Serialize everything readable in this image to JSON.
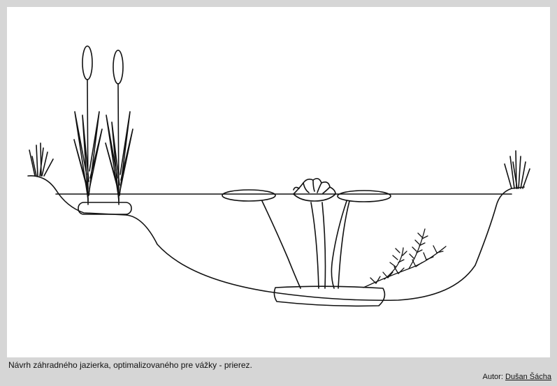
{
  "figure": {
    "caption": "Návrh záhradného jazierka, optimalizovaného pre vážky - prierez.",
    "author_prefix": "Autor:",
    "author_name": "Dušan Šácha"
  },
  "colors": {
    "frame": "#d6d6d6",
    "canvas": "#ffffff",
    "line": "#111111"
  },
  "icons": [
    "cattail-reed-icon",
    "grass-tuft-icon",
    "water-lily-icon",
    "lily-pad-icon",
    "submerged-plant-icon"
  ]
}
